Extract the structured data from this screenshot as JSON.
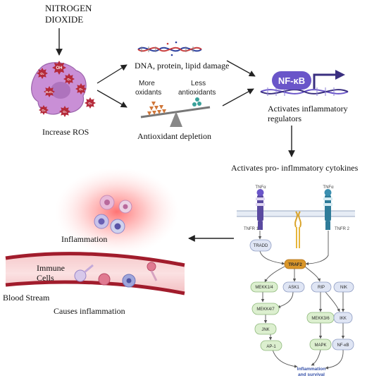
{
  "top_left": {
    "line1": "NITROGEN",
    "line2": "DIOXIDE"
  },
  "ros_labels": [
    "OH",
    "O₂",
    "O₂",
    "H₂O₂",
    "O₂",
    "O₂",
    "O₂",
    "O₂"
  ],
  "increase_ros": "Increase ROS",
  "dna_damage": "DNA, protein, lipid damage",
  "more_oxidants": {
    "line1": "More",
    "line2": "oxidants"
  },
  "less_antioxidants": {
    "line1": "Less",
    "line2": "antioxidants"
  },
  "antioxidant_depletion": "Antioxidant depletion",
  "nfkb_label": "NF-κB",
  "activates_inflammatory": {
    "line1": "Activates inflammatory",
    "line2": "regulators"
  },
  "activates_cytokines": "Activates pro- inflmmatory cytokines",
  "pathway": {
    "tnfa_left": "TNFα",
    "tnfa_right": "TNFα",
    "tnfr1": "TNFR 1",
    "tnfr2": "TNFR 2",
    "tradd": "TRADD",
    "traf2": "TRAF2",
    "mekk14": "MEKK1/4",
    "ask1": "ASK1",
    "rip": "RIP",
    "nik": "NIK",
    "mekk47": "MEKK4/7",
    "mekk36": "MEKK3/6",
    "ikk": "IKK",
    "jnk": "JNK",
    "mapk": "MAPK",
    "nfkb_small": "NF-κB",
    "ap1": "AP-1",
    "outcome_line1": "Inflammation",
    "outcome_line2": "and survival"
  },
  "inflammation": "Inflammation",
  "immune_cells": {
    "line1": "Immune",
    "line2": "Cells"
  },
  "blood_stream": "Blood Stream",
  "causes_inflammation": "Causes inflammation",
  "colors": {
    "ros_cell": "#c98fd6",
    "ros_burst": "#b52a3a",
    "nfkb_fill": "#6a55c9",
    "vessel": "#a11c2c",
    "node_green": "#dcefcf",
    "node_blue": "#dfe5f4",
    "traf2": "#d9962a",
    "arrow": "#222222"
  }
}
